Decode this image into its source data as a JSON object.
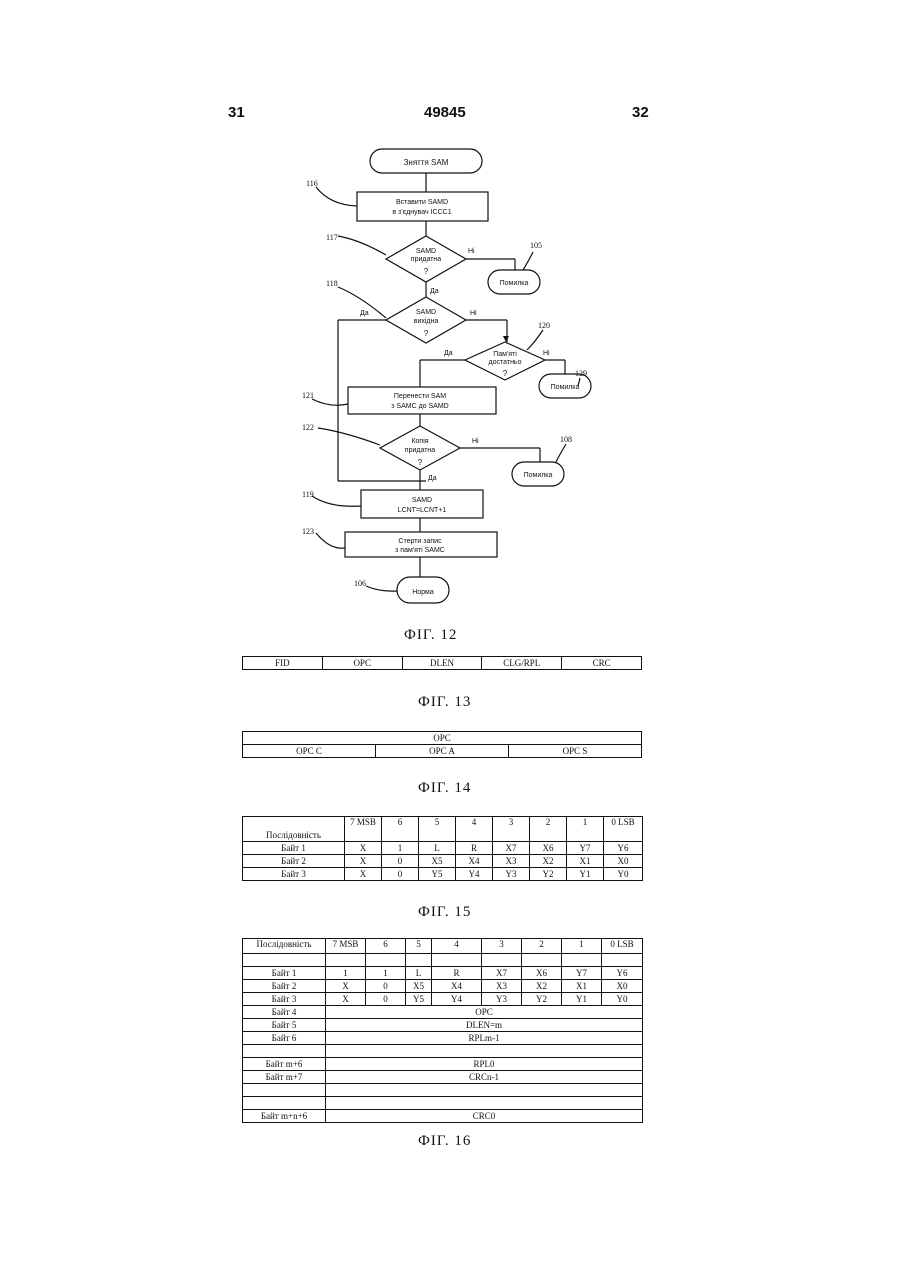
{
  "header": {
    "left_page": "31",
    "doc_number": "49845",
    "right_page": "32"
  },
  "fig12": {
    "caption": "ФІГ. 12",
    "nodes": {
      "start": "Зняття SAM",
      "insert_l1": "Вставити SAMD",
      "insert_l2": "в з'єднувач ICCC1",
      "samd_fit_l1": "SAMD",
      "samd_fit_l2": "придатна",
      "q": "?",
      "error1": "Помилка",
      "samd_out_l1": "SAMD",
      "samd_out_l2": "вихідна",
      "mem_l1": "Пам'яті",
      "mem_l2": "достатньо",
      "error2": "Помилка",
      "transfer_l1": "Перенести SAM",
      "transfer_l2": "з SAMC до SAMD",
      "key_l1": "Копія",
      "key_l2": "придатна",
      "error3": "Помилка",
      "lcnt_l1": "SAMD",
      "lcnt_l2": "LCNT=LCNT+1",
      "erase_l1": "Стерти запис",
      "erase_l2": "з пам'яті SAMC",
      "norm": "Норма"
    },
    "edge_labels": {
      "yes": "Да",
      "no": "Нi"
    },
    "refs": {
      "r116": "116",
      "r117": "117",
      "r118": "118",
      "r120": "120",
      "r121": "121",
      "r122": "122",
      "r119": "119",
      "r123": "123",
      "r106": "106",
      "r105": "105",
      "r129": "129",
      "r108": "108"
    }
  },
  "fig13": {
    "caption": "ФІГ. 13",
    "fields": [
      "FID",
      "OPC",
      "DLEN",
      "CLG/RPL",
      "CRC"
    ]
  },
  "fig14": {
    "caption": "ФІГ. 14",
    "top": "OPC",
    "parts": [
      "OPC C",
      "OPC A",
      "OPC S"
    ]
  },
  "fig15": {
    "caption": "ФІГ. 15",
    "header": [
      "Послідовність",
      "7 MSB",
      "6",
      "5",
      "4",
      "3",
      "2",
      "1",
      "0 LSB"
    ],
    "rows": [
      [
        "Байт 1",
        "X",
        "1",
        "L",
        "R",
        "X7",
        "X6",
        "Y7",
        "Y6"
      ],
      [
        "Байт 2",
        "X",
        "0",
        "X5",
        "X4",
        "X3",
        "X2",
        "X1",
        "X0"
      ],
      [
        "Байт 3",
        "X",
        "0",
        "Y5",
        "Y4",
        "Y3",
        "Y2",
        "Y1",
        "Y0"
      ]
    ]
  },
  "fig16": {
    "caption": "ФІГ. 16",
    "header": [
      "Послідовність",
      "7 MSB",
      "6",
      "5",
      "4",
      "3",
      "2",
      "1",
      "0 LSB"
    ],
    "rows": [
      [
        "Байт 1",
        "1",
        "1",
        "L",
        "R",
        "X7",
        "X6",
        "Y7",
        "Y6"
      ],
      [
        "Байт 2",
        "X",
        "0",
        "X5",
        "X4",
        "X3",
        "X2",
        "X1",
        "X0"
      ],
      [
        "Байт 3",
        "X",
        "0",
        "Y5",
        "Y4",
        "Y3",
        "Y2",
        "Y1",
        "Y0"
      ]
    ],
    "span_rows": [
      [
        "Байт 4",
        "OPC"
      ],
      [
        "Байт 5",
        "DLEN=m"
      ],
      [
        "Байт 6",
        "RPLm-1"
      ],
      [
        "Байт m+6",
        "RPL0"
      ],
      [
        "Байт m+7",
        "CRCn-1"
      ],
      [
        "Байт m+n+6",
        "CRC0"
      ]
    ]
  }
}
